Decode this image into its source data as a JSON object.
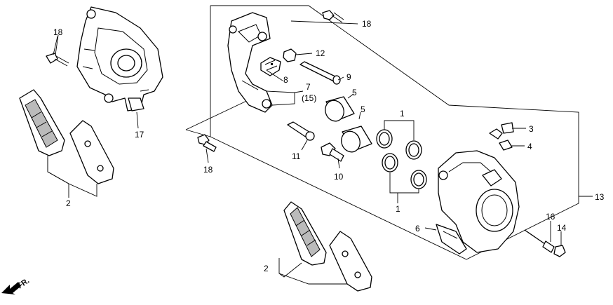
{
  "diagram": {
    "callouts": {
      "c1_top": "1",
      "c1_bottom": "1",
      "c2_left": "2",
      "c2_bottom": "2",
      "c3": "3",
      "c4": "4",
      "c5_a": "5",
      "c5_b": "5",
      "c6": "6",
      "c7": "7",
      "c7_paren": "(15)",
      "c8": "8",
      "c9": "9",
      "c10": "10",
      "c11": "11",
      "c12": "12",
      "c13": "13",
      "c14": "14",
      "c16": "16",
      "c17": "17",
      "c18_top_left": "18",
      "c18_top_right": "18",
      "c18_mid": "18"
    },
    "direction_label": "FR."
  }
}
